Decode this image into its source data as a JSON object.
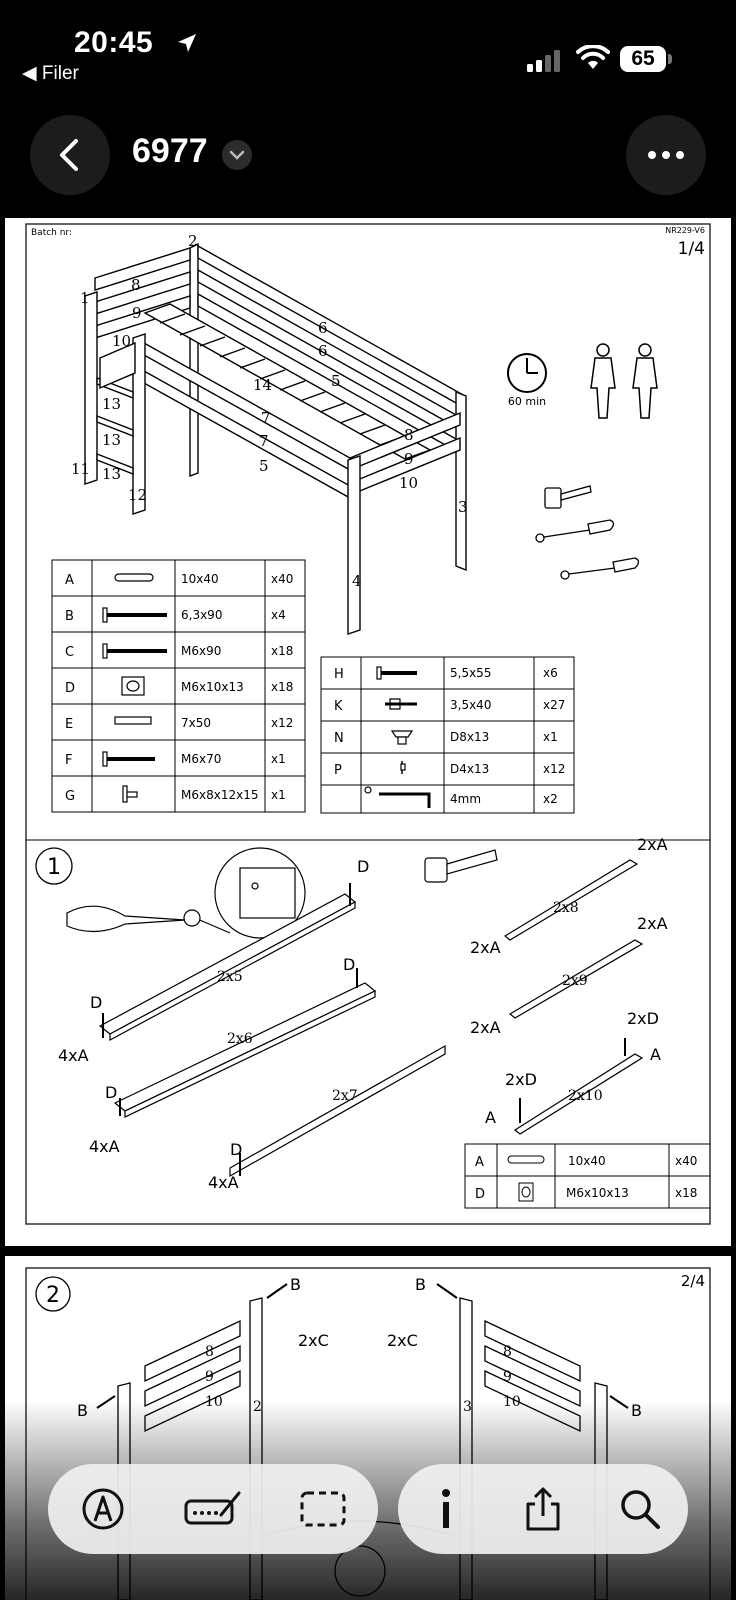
{
  "status": {
    "time": "20:45",
    "back_app": "Filer",
    "battery": "65"
  },
  "nav": {
    "title": "6977"
  },
  "page1": {
    "batch": "Batch nr:",
    "doc_code": "NR229-V6",
    "page_no": "1/4",
    "time_label": "60 min",
    "parts_labels": [
      "1",
      "2",
      "3",
      "4",
      "5",
      "5",
      "6",
      "6",
      "7",
      "7",
      "8",
      "8",
      "9",
      "9",
      "10",
      "10",
      "11",
      "12",
      "13",
      "13",
      "13",
      "14"
    ],
    "table1": [
      {
        "letter": "A",
        "size": "10x40",
        "qty": "x40"
      },
      {
        "letter": "B",
        "size": "6,3x90",
        "qty": "x4"
      },
      {
        "letter": "C",
        "size": "M6x90",
        "qty": "x18"
      },
      {
        "letter": "D",
        "size": "M6x10x13",
        "qty": "x18"
      },
      {
        "letter": "E",
        "size": "7x50",
        "qty": "x12"
      },
      {
        "letter": "F",
        "size": "M6x70",
        "qty": "x1"
      },
      {
        "letter": "G",
        "size": "M6x8x12x15",
        "qty": "x1"
      }
    ],
    "table2": [
      {
        "letter": "H",
        "size": "5,5x55",
        "qty": "x6"
      },
      {
        "letter": "K",
        "size": "3,5x40",
        "qty": "x27"
      },
      {
        "letter": "N",
        "size": "D8x13",
        "qty": "x1"
      },
      {
        "letter": "P",
        "size": "D4x13",
        "qty": "x12"
      },
      {
        "letter": "",
        "size": "4mm",
        "qty": "x2"
      }
    ],
    "step": {
      "number": "1",
      "labels": {
        "d_a": "D",
        "d_b": "D",
        "d_c": "D",
        "d_d": "D",
        "d_e": "D",
        "a4_a": "4xA",
        "a4_b": "4xA",
        "a4_c": "4xA",
        "x5": "2x5",
        "x6": "2x6",
        "x7": "2x7",
        "x8": "2x8",
        "x9": "2x9",
        "x10": "2x10",
        "a2_a": "2xA",
        "a2_b": "2xA",
        "a2_c": "2xA",
        "a2_d": "2xA",
        "d2_a": "2xD",
        "d2_b": "2xD",
        "a_a": "A",
        "a_b": "A"
      },
      "table": [
        {
          "letter": "A",
          "size": "10x40",
          "qty": "x40"
        },
        {
          "letter": "D",
          "size": "M6x10x13",
          "qty": "x18"
        }
      ]
    }
  },
  "page2": {
    "page_no": "2/4",
    "step_number": "2",
    "labels": {
      "b1": "B",
      "b2": "B",
      "b3": "B",
      "b4": "B",
      "c1": "2xC",
      "c2": "2xC",
      "n8a": "8",
      "n9a": "9",
      "n10a": "10",
      "n2": "2",
      "n8b": "8",
      "n9b": "9",
      "n10b": "10",
      "n3": "3"
    }
  },
  "toolbar": {
    "icons": [
      "markup-pen-icon",
      "signature-icon",
      "selection-icon",
      "info-icon",
      "share-icon",
      "search-icon"
    ]
  }
}
